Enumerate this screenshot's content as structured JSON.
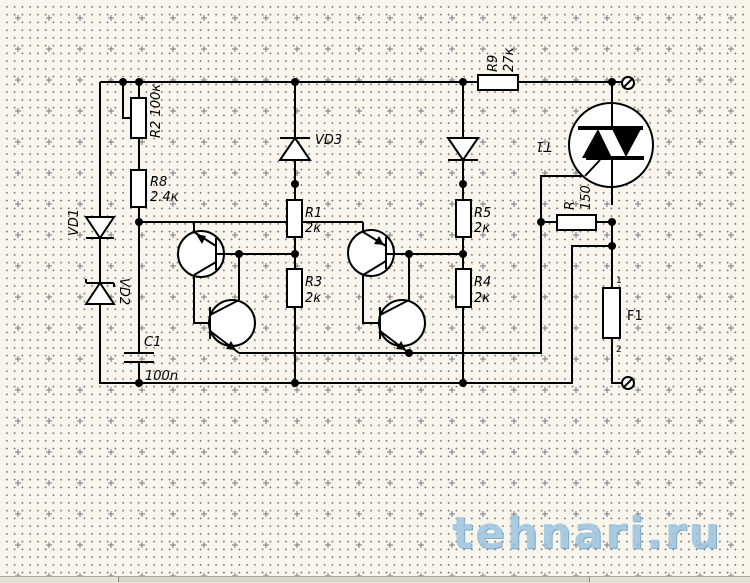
{
  "components": {
    "r2": {
      "name": "R2",
      "value": "100к"
    },
    "r8": {
      "name": "R8",
      "value": "2.4к"
    },
    "r1": {
      "name": "R1",
      "value": "2к"
    },
    "r3": {
      "name": "R3",
      "value": "2к"
    },
    "r5": {
      "name": "R5",
      "value": "2к"
    },
    "r4": {
      "name": "R4",
      "value": "2к"
    },
    "r9": {
      "name": "R9",
      "value": "27к"
    },
    "r": {
      "name": "R",
      "value": "150"
    },
    "vd1": {
      "name": "VD1"
    },
    "vd2": {
      "name": "VD2"
    },
    "vd3": {
      "name": "VD3"
    },
    "c1": {
      "name": "C1",
      "value": "100n"
    },
    "t1": {
      "name": "T1"
    },
    "f1": {
      "name": "F1",
      "pin1": "1",
      "pin2": "2"
    }
  },
  "watermark": "tehnari.ru"
}
